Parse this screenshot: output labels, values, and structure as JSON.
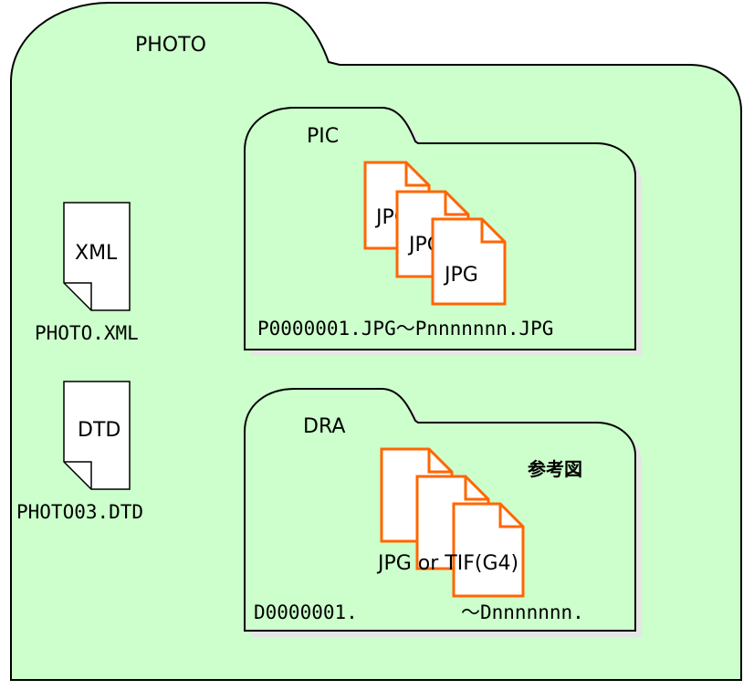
{
  "root_folder": {
    "name": "PHOTO"
  },
  "root_files": [
    {
      "icon_text": "XML",
      "filename": "PHOTO.XML"
    },
    {
      "icon_text": "DTD",
      "filename": "PHOTO03.DTD"
    }
  ],
  "pic_folder": {
    "name": "PIC",
    "file_labels": [
      "JPG",
      "JPG",
      "JPG"
    ],
    "range_text": "P0000001.JPG～Pnnnnnnn.JPG"
  },
  "dra_folder": {
    "name": "DRA",
    "note": "参考図",
    "format_text": "JPG or TIF(G4)",
    "range_start": "D0000001.",
    "range_end": "～Dnnnnnnn."
  },
  "colors": {
    "folder_fill": "#ccffcc",
    "folder_stroke": "#000000",
    "folder_shadow": "#e6e6e6",
    "file_stroke_orange": "#ff6600",
    "file_fill": "#ffffff"
  }
}
